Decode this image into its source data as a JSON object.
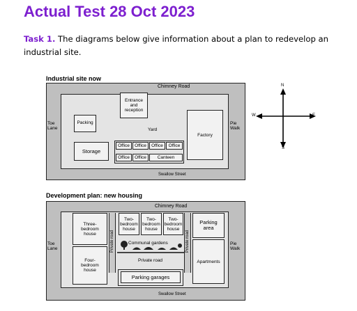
{
  "page": {
    "title": "Actual Test 28 Oct 2023",
    "task_label": "Task 1.",
    "task_text": " The diagrams below give information about a plan to redevelop an industrial site."
  },
  "map1": {
    "title": "Industrial site now",
    "chimney": "Chimney Road",
    "swallow": "Swallow Street",
    "toe": "Toe Lane",
    "pie": "Pie Walk",
    "entrance": "Entrance and reception",
    "packing": "Packing",
    "yard": "Yard",
    "factory": "Factory",
    "storage": "Storage",
    "office": "Office",
    "canteen": "Canteen"
  },
  "compass": {
    "n": "N",
    "s": "S",
    "e": "E",
    "w": "W"
  },
  "map2": {
    "title": "Development plan: new housing",
    "chimney": "Chimney Road",
    "swallow": "Swallow Street",
    "toe": "Toe Lane",
    "pie": "Pie Walk",
    "three_bed": "Three-bedroom house",
    "four_bed": "Four-bedroom house",
    "two_bed": "Two-bedroom house",
    "parking_area": "Parking area",
    "communal": "Communal gardens",
    "private_road_v": "Private road",
    "private_road_h": "Private road",
    "apartments": "Apartments",
    "garages": "Parking garages"
  }
}
